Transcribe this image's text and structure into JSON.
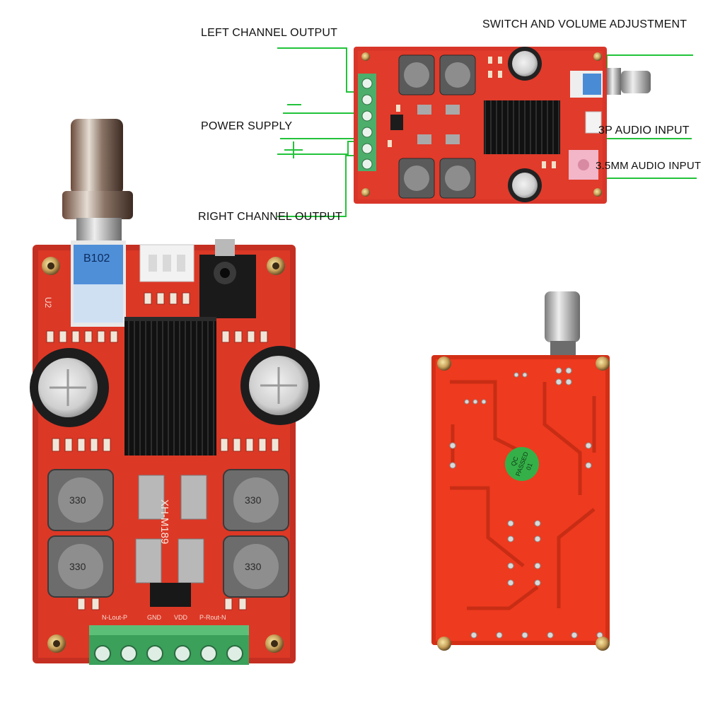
{
  "labels": {
    "left_channel_output": "LEFT CHANNEL OUTPUT",
    "power_supply": "POWER SUPPLY",
    "right_channel_output": "RIGHT CHANNEL OUTPUT",
    "switch_and_volume": "SWITCH AND VOLUME ADJUSTMENT",
    "audio_input_3p": "3P AUDIO INPUT",
    "audio_input_35mm": "3.5MM AUDIO INPUT",
    "minus_sign": "−",
    "plus_sign": "+"
  },
  "board": {
    "model": "XH-M189",
    "potentiometer_code": "B102",
    "module_label": "U2",
    "inductor_marking": "330",
    "terminal_labels": [
      "N-Lout-P",
      "GND",
      "VDD",
      "P-Rout-N"
    ],
    "qc_sticker": {
      "line1": "QC",
      "line2": "PASSED",
      "line3": "01"
    }
  },
  "colors": {
    "pcb_red": "#dc3826",
    "pcb_back_red": "#ee3a1f",
    "guide_green": "#22c33a",
    "terminal_green": "#3aa05a",
    "heatsink": "#1b1b1b",
    "qc_green": "#35b048"
  }
}
